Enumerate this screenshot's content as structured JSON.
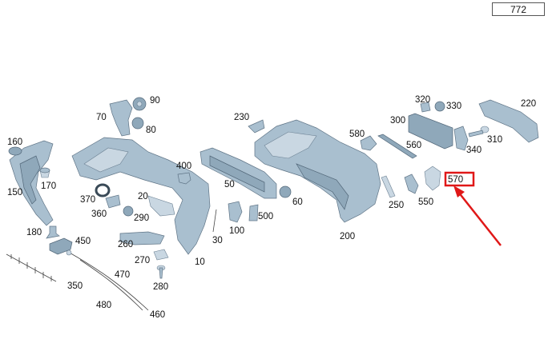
{
  "page_number": "772",
  "highlight_color": "#e01818",
  "arrow_color": "#e01818",
  "highlighted_part": "570",
  "labels": {
    "p10": "10",
    "p20": "20",
    "p30": "30",
    "p50": "50",
    "p60": "60",
    "p70": "70",
    "p80": "80",
    "p90": "90",
    "p100": "100",
    "p150": "150",
    "p160": "160",
    "p170": "170",
    "p180": "180",
    "p200": "200",
    "p220": "220",
    "p230": "230",
    "p250": "250",
    "p260": "260",
    "p270": "270",
    "p280": "280",
    "p290": "290",
    "p300": "300",
    "p310": "310",
    "p320": "320",
    "p330": "330",
    "p340": "340",
    "p350": "350",
    "p360": "360",
    "p370": "370",
    "p400": "400",
    "p450": "450",
    "p460": "460",
    "p470": "470",
    "p480": "480",
    "p500": "500",
    "p550": "550",
    "p560": "560",
    "p570": "570",
    "p580": "580"
  }
}
